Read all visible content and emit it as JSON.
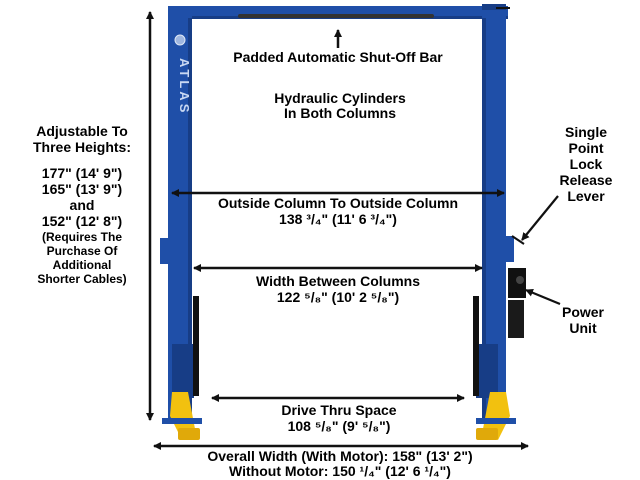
{
  "colors": {
    "lift_blue": "#1f4fa8",
    "lift_blue_dark": "#173d86",
    "arm_yellow": "#f2c10f",
    "black": "#111111"
  },
  "brand": "ATLAS",
  "labels": {
    "shutoff_bar": "Padded Automatic Shut-Off Bar",
    "cylinders_line1": "Hydraulic Cylinders",
    "cylinders_line2": "In Both Columns",
    "heights_line1": "Adjustable To",
    "heights_line2": "Three Heights:",
    "height_1": "177\" (14' 9\")",
    "height_2": "165\" (13' 9\")",
    "height_and": "and",
    "height_3": "152\" (12' 8\")",
    "height_note1": "(Requires The",
    "height_note2": "Purchase Of",
    "height_note3": "Additional",
    "height_note4": "Shorter Cables)",
    "lock_lever1": "Single",
    "lock_lever2": "Point",
    "lock_lever3": "Lock",
    "lock_lever4": "Release",
    "lock_lever5": "Lever",
    "power_unit1": "Power",
    "power_unit2": "Unit",
    "outside_title": "Outside Column To Outside Column",
    "outside_value": "138 ³/₄\" (11' 6 ³/₄\")",
    "between_title": "Width Between Columns",
    "between_value": "122 ⁵/₈\" (10' 2 ⁵/₈\")",
    "drive_title": "Drive Thru Space",
    "drive_value": "108 ⁵/₈\" (9' ⁵/₈\")",
    "overall_line1": "Overall Width (With Motor): 158\" (13' 2\")",
    "overall_line2": "Without Motor: 150 ¹/₄\" (12' 6 ¹/₄\")"
  }
}
